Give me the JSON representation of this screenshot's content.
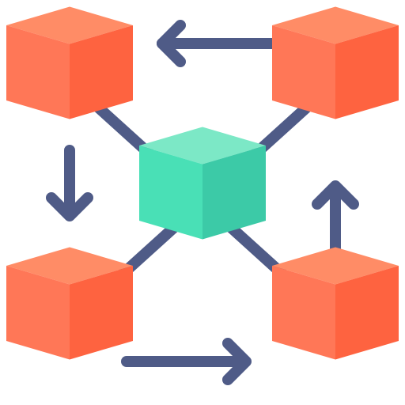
{
  "icon": {
    "name": "blockchain-network-icon",
    "colors": {
      "background": "#ffffff",
      "connector": "#4f5b87",
      "outer_cube_top": "#ff8c66",
      "outer_cube_left": "#ff7757",
      "outer_cube_right": "#fe6340",
      "center_cube_top": "#7ce8c6",
      "center_cube_left": "#49e0b6",
      "center_cube_right": "#3ccaa7"
    },
    "blocks": [
      {
        "id": "block-top-left",
        "role": "outer"
      },
      {
        "id": "block-top-right",
        "role": "outer"
      },
      {
        "id": "block-bottom-left",
        "role": "outer"
      },
      {
        "id": "block-bottom-right",
        "role": "outer"
      },
      {
        "id": "block-center",
        "role": "center"
      }
    ],
    "arrows": [
      {
        "id": "arrow-top",
        "from": "block-top-right",
        "to": "block-top-left",
        "direction": "left"
      },
      {
        "id": "arrow-left",
        "from": "block-top-left",
        "to": "block-bottom-left",
        "direction": "down"
      },
      {
        "id": "arrow-bottom",
        "from": "block-bottom-left",
        "to": "block-bottom-right",
        "direction": "right"
      },
      {
        "id": "arrow-right",
        "from": "block-bottom-right",
        "to": "block-top-right",
        "direction": "up"
      }
    ]
  }
}
